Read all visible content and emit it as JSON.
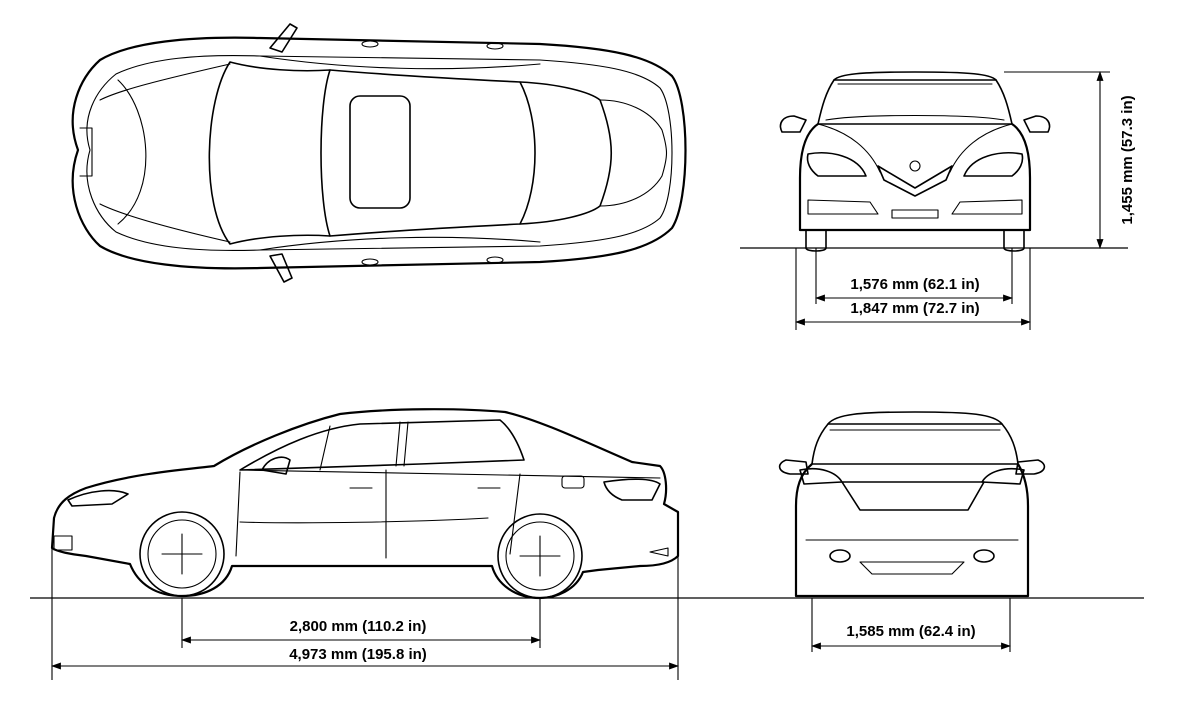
{
  "dimensions": {
    "front_track": "1,576 mm (62.1 in)",
    "overall_width": "1,847 mm (72.7 in)",
    "overall_height": "1,455 mm (57.3 in)",
    "wheelbase": "2,800 mm (110.2 in)",
    "overall_length": "4,973 mm (195.8 in)",
    "rear_track": "1,585 mm (62.4 in)"
  },
  "views": [
    "top",
    "front",
    "side",
    "rear"
  ]
}
